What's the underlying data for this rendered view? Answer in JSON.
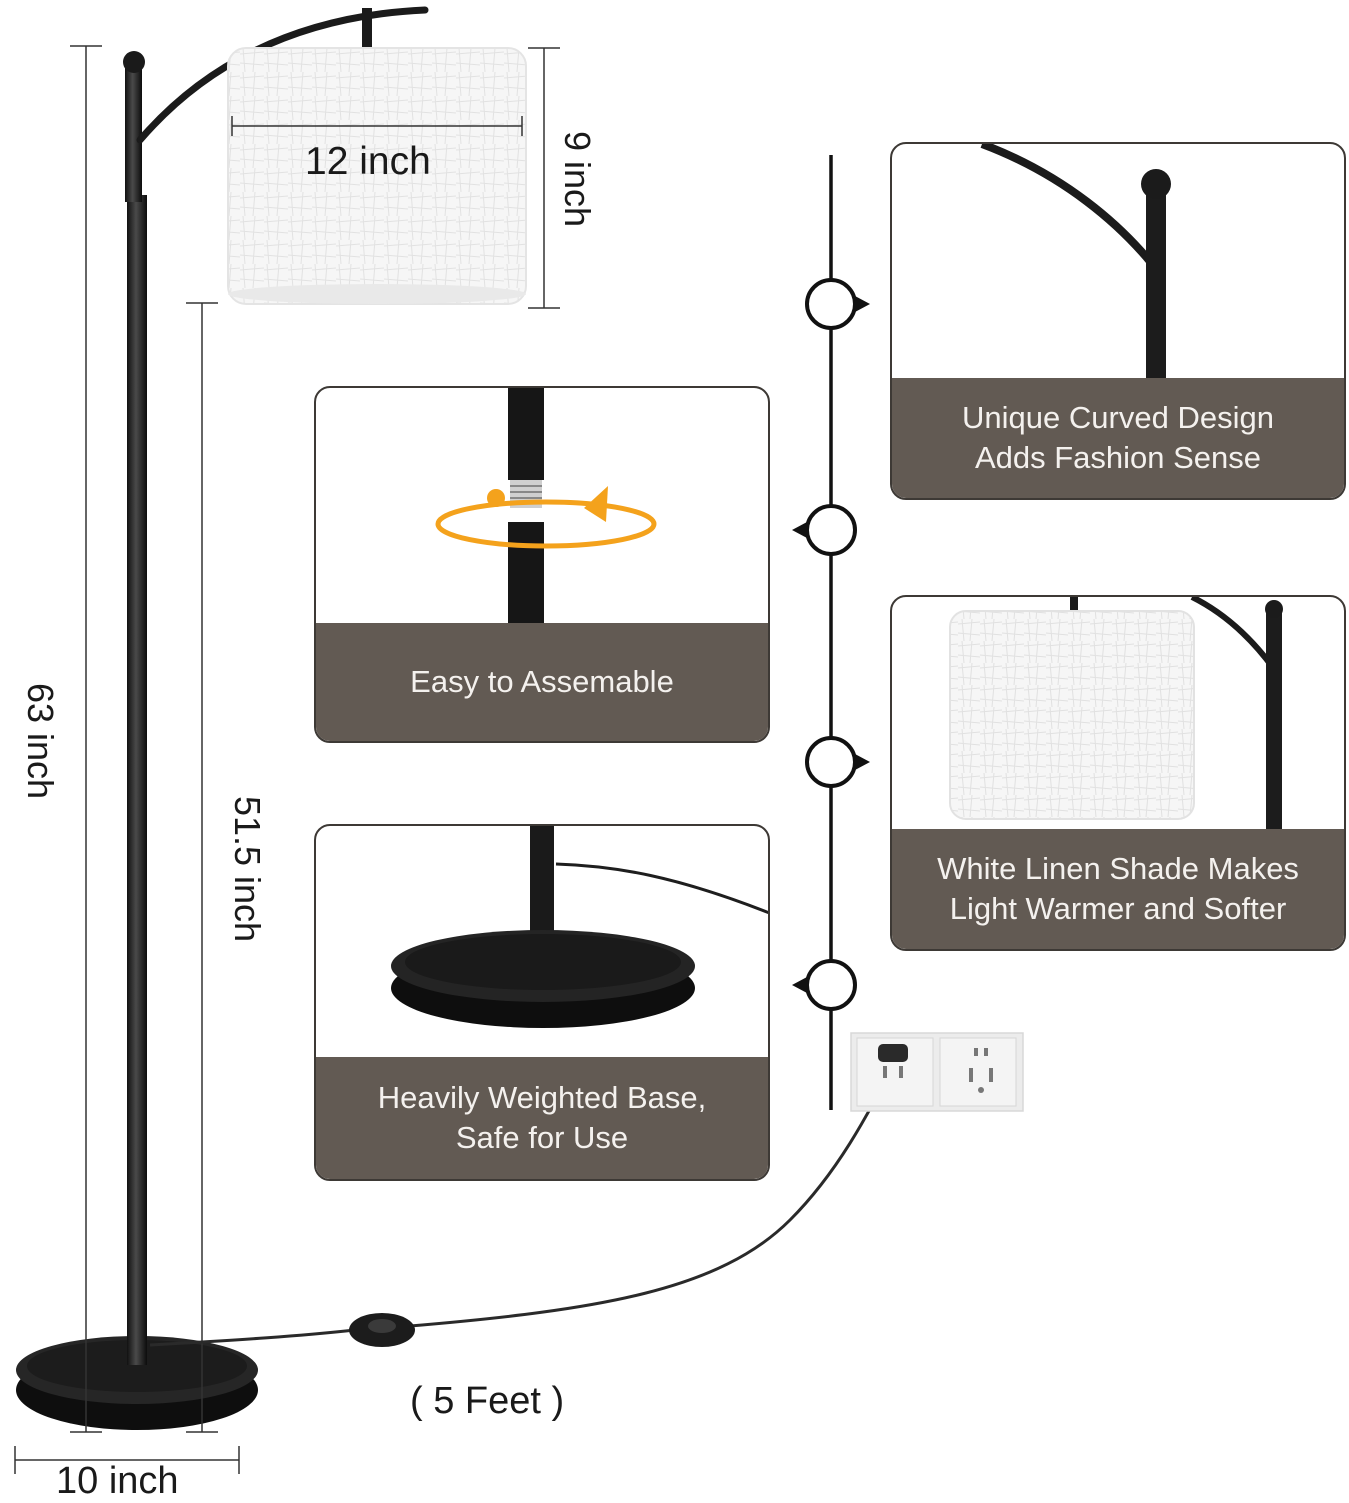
{
  "dimensions": {
    "shade_width": "12 inch",
    "shade_height": "9 inch",
    "total_height": "63 inch",
    "shade_bottom_height": "51.5 inch",
    "base_width": "10 inch",
    "cord_length": "( 5 Feet )"
  },
  "features": [
    {
      "line1": "Unique Curved Design",
      "line2": "Adds Fashion Sense"
    },
    {
      "line1": "Easy to Assemable",
      "line2": ""
    },
    {
      "line1": "White Linen Shade Makes",
      "line2": "Light Warmer and Softer"
    },
    {
      "line1": "Heavily Weighted Base,",
      "line2": "Safe for Use"
    }
  ],
  "colors": {
    "caption_bg": "#625a53",
    "caption_text": "#f4f1ee",
    "lamp_black": "#1b1b1b",
    "accent_orange": "#f4a21c"
  }
}
